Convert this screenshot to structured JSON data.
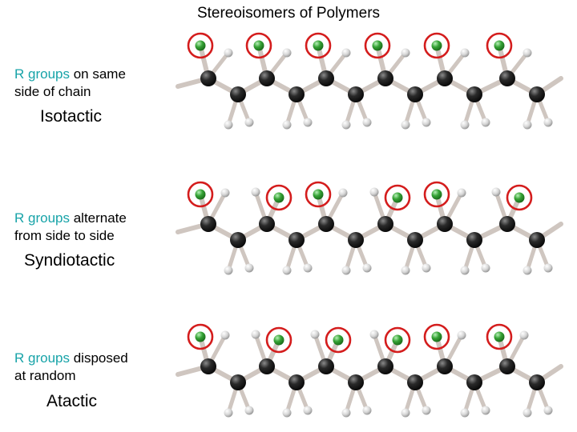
{
  "title": "Stereoisomers of Polymers",
  "colors": {
    "highlight": "#17a3a8",
    "ring": "#d41d1d",
    "carbon": "#1e1e1e",
    "hydrogen": "#d9d9d9",
    "r_group": "#3aa83a",
    "bond": "#cfc6c0"
  },
  "panels": [
    {
      "key": "isotactic",
      "highlight": "R groups",
      "line1_rest": " on same",
      "line2": "side of chain",
      "name": "Isotactic",
      "r_group_sides": [
        "up",
        "up",
        "up",
        "up",
        "up",
        "up"
      ]
    },
    {
      "key": "syndiotactic",
      "highlight": "R groups",
      "line1_rest": " alternate",
      "line2": "from side to side",
      "name": "Syndiotactic",
      "r_group_sides": [
        "left",
        "right",
        "left",
        "right",
        "left",
        "right"
      ]
    },
    {
      "key": "atactic",
      "highlight": "R groups",
      "line1_rest": " disposed",
      "line2": "at random",
      "name": "Atactic",
      "r_group_sides": [
        "left",
        "right",
        "right",
        "right",
        "left",
        "left"
      ]
    }
  ]
}
